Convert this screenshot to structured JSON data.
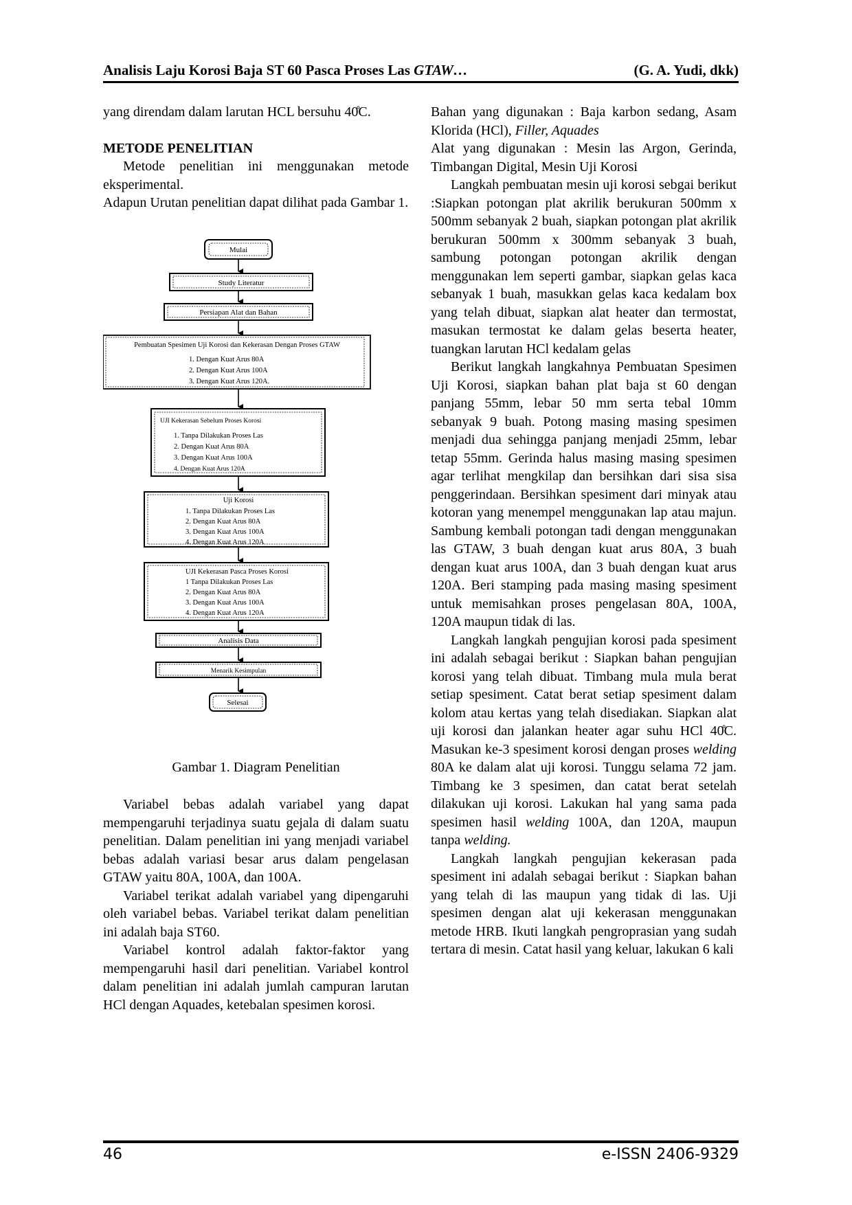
{
  "header": {
    "title": "Analisis Laju Korosi Baja ST 60 Pasca Proses Las ",
    "title_italic": "GTAW…",
    "authors": "(G. A. Yudi, dkk)"
  },
  "left": {
    "p1": "yang direndam dalam larutan HCL bersuhu 40̊C.",
    "heading": "METODE PENELITIAN",
    "p2": "Metode penelitian ini menggunakan metode eksperimental.",
    "p3": "Adapun Urutan penelitian dapat dilihat pada Gambar 1.",
    "caption": "Gambar 1. Diagram Penelitian",
    "p4": "Variabel bebas adalah variabel yang dapat mempengaruhi terjadinya suatu gejala di dalam suatu penelitian. Dalam penelitian ini yang menjadi variabel bebas adalah variasi besar arus dalam pengelasan GTAW yaitu 80A, 100A, dan 100A.",
    "p5": "Variabel terikat adalah variabel yang dipengaruhi oleh variabel bebas. Variabel terikat dalam penelitian ini adalah baja ST60.",
    "p6": "Variabel kontrol adalah faktor-faktor yang mempengaruhi hasil dari penelitian. Variabel kontrol dalam penelitian ini adalah jumlah campuran larutan HCl dengan Aquades, ketebalan spesimen korosi."
  },
  "flowchart": {
    "start": "Mulai",
    "study": "Study Literatur",
    "prep": "Persiapan Alat dan Bahan",
    "spec_title": "Pembuatan  Spesimen Uji Korosi dan Kekerasan  Dengan Proses GTAW",
    "spec_items": [
      "1.    Dengan Kuat Arus 80A",
      "2.    Dengan Kuat Arus 100A",
      "3.    Dengan Kuat Arus 120A."
    ],
    "hard1_title": "UJI Kekerasan Sebelum Proses Korosi",
    "hard1_items": [
      "1.   Tanpa Dilakukan Proses Las",
      "2.   Dengan Kuat Arus 80A",
      "3.   Dengan Kuat Arus 100A",
      "4.   Dengan Kuat Arus 120A"
    ],
    "cor_title": "Uji Korosi",
    "cor_items": [
      "1.   Tanpa Dilakukan Proses Las",
      "2.   Dengan Kuat Arus 80A",
      "3.   Dengan Kuat Arus 100A",
      "4.   Dengan Kuat Arus 120A"
    ],
    "hard2_title": "UJI Kekerasan  Pasca  Proses Korosi",
    "hard2_items": [
      "1    Tanpa Dilakukan Proses Las",
      "2.   Dengan Kuat Arus 80A",
      "3.   Dengan Kuat Arus 100A",
      "4.   Dengan Kuat Arus 120A"
    ],
    "analysis": "Analisis Data",
    "conclude": "Menarik Kesimpulan",
    "end": "Selesai"
  },
  "right": {
    "p1": "Bahan yang digunakan : Baja karbon sedang, Asam Klorida (HCl), ",
    "p1_italic": "Filler, Aquades",
    "p2": "Alat yang digunakan : Mesin las Argon, Gerinda, Timbangan Digital, Mesin Uji Korosi",
    "p3": "Langkah pembuatan mesin uji korosi sebgai berikut :Siapkan potongan plat akrilik berukuran 500mm x 500mm sebanyak 2 buah, siapkan potongan plat akrilik berukuran 500mm x 300mm sebanyak 3 buah, sambung potongan potongan akrilik dengan menggunakan lem seperti gambar, siapkan gelas kaca sebanyak 1 buah, masukkan gelas kaca kedalam box yang telah dibuat, siapkan alat heater dan termostat, masukan termostat ke dalam gelas beserta heater, tuangkan larutan HCl kedalam gelas",
    "p4": "Berikut langkah langkahnya Pembuatan Spesimen Uji Korosi, siapkan bahan plat baja st 60 dengan panjang 55mm, lebar 50 mm serta tebal 10mm sebanyak 9 buah. Potong masing masing spesimen menjadi dua sehingga panjang menjadi 25mm, lebar tetap 55mm. Gerinda halus masing masing spesimen agar terlihat mengkilap dan bersihkan dari sisa sisa penggerindaan. Bersihkan spesiment dari minyak atau kotoran yang menempel menggunakan lap atau majun. Sambung kembali potongan tadi dengan menggunakan las GTAW, 3 buah dengan kuat arus 80A, 3 buah dengan kuat arus 100A, dan 3 buah dengan kuat arus 120A. Beri stamping pada masing masing spesiment untuk memisahkan proses pengelasan 80A, 100A, 120A maupun tidak di las.",
    "p5a": "Langkah langkah pengujian korosi pada spesiment ini adalah sebagai berikut : Siapkan bahan pengujian korosi yang telah dibuat. Timbang mula mula berat setiap spesiment. Catat berat setiap spesiment dalam kolom atau kertas yang telah disediakan. Siapkan alat uji korosi dan jalankan heater agar suhu HCl 40̊C. Masukan ke-3 spesiment korosi dengan proses ",
    "p5b": "welding",
    "p5c": " 80A ke dalam alat uji korosi. Tunggu selama 72 jam. Timbang ke 3 spesimen, dan catat berat setelah dilakukan uji korosi. Lakukan hal yang sama pada spesimen hasil ",
    "p5d": "welding",
    "p5e": " 100A, dan 120A, maupun tanpa ",
    "p5f": "welding.",
    "p6": "Langkah langkah pengujian kekerasan pada spesiment ini adalah sebagai berikut : Siapkan bahan yang telah di las maupun yang tidak di las. Uji spesimen dengan alat uji kekerasan menggunakan metode HRB. Ikuti langkah pengroprasian yang sudah tertara di mesin. Catat hasil yang keluar, lakukan 6 kali"
  },
  "footer": {
    "page": "46",
    "issn": "e-ISSN 2406-9329"
  }
}
